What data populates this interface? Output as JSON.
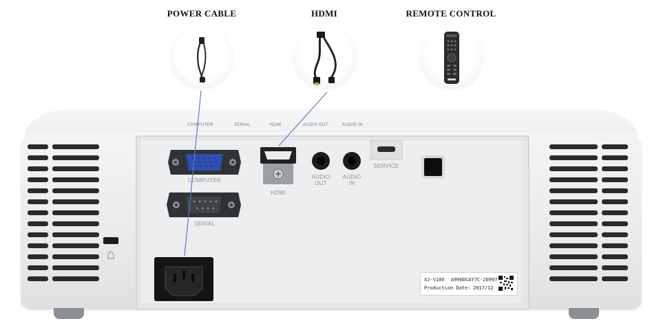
{
  "accessories": [
    {
      "title": "POWER CABLE",
      "icon": "power-cable-icon"
    },
    {
      "title": "HDMI",
      "icon": "hdmi-cable-icon"
    },
    {
      "title": "REMOTE CONTROL",
      "icon": "remote-control-icon"
    }
  ],
  "top_labels": [
    "COMPUTER",
    "SERIAL",
    "HDMI",
    "AUDIO OUT",
    "AUDIO IN"
  ],
  "ports": {
    "computer": "COMPUTER",
    "serial": "SERIAL",
    "hdmi": "HDMI",
    "audio_out": "AUDIO\nOUT",
    "audio_in": "AUDIO\nIN",
    "service": "SERVICE"
  },
  "sticker": {
    "model": "XJ-V10X",
    "serial": "A990DCAY7C-209975",
    "production_label": "Production Date:",
    "production_date": "2017/12"
  },
  "colors": {
    "background": "#ffffff",
    "body": "#eceef0",
    "vga_blue": "#2f4fb0",
    "connector_black": "#1a1a1a",
    "leader_line": "#5b7bc2"
  }
}
